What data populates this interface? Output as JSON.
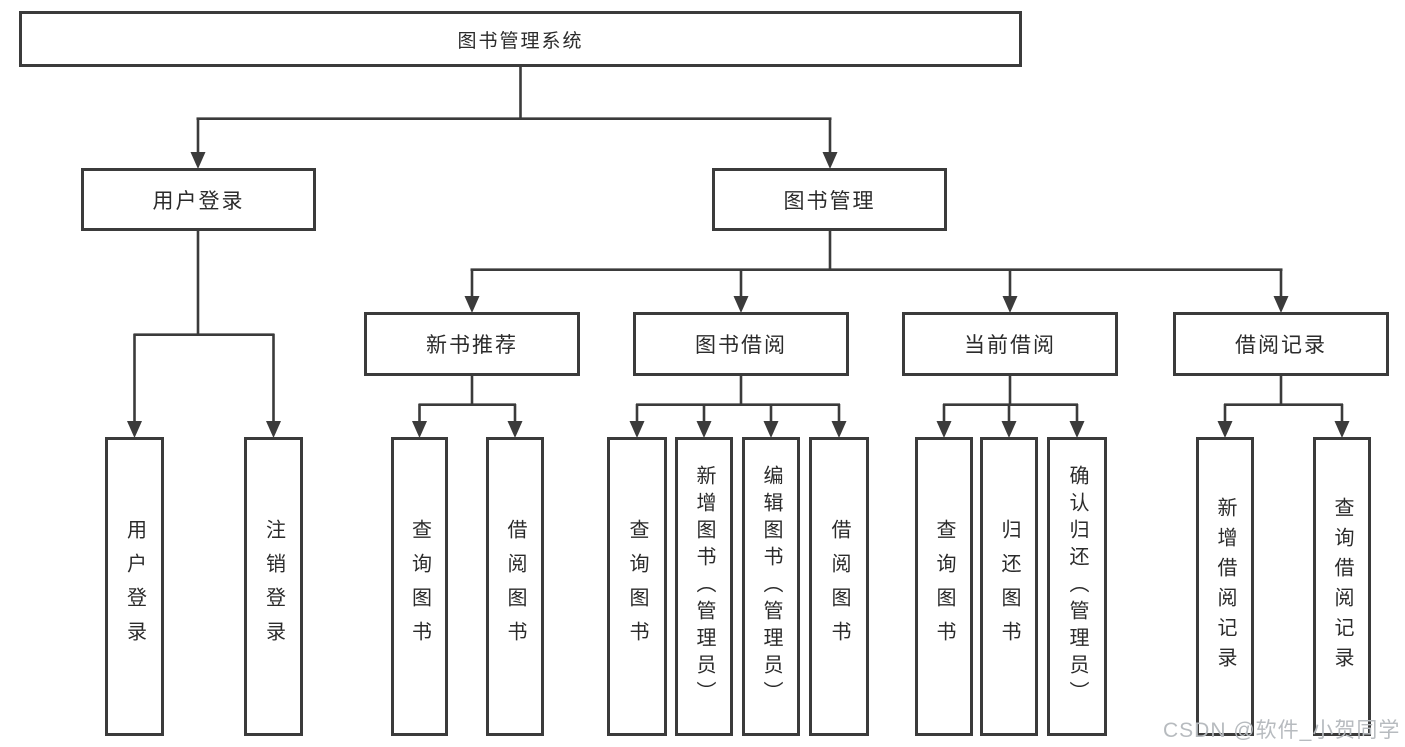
{
  "diagram": {
    "title": "图书管理系统",
    "root": {
      "label": "图书管理系统"
    },
    "branches": [
      {
        "label": "用户登录",
        "children": [
          {
            "label": "用户登录"
          },
          {
            "label": "注销登录"
          }
        ]
      },
      {
        "label": "图书管理",
        "children": [
          {
            "label": "新书推荐",
            "children": [
              {
                "label": "查询图书"
              },
              {
                "label": "借阅图书"
              }
            ]
          },
          {
            "label": "图书借阅",
            "children": [
              {
                "label": "查询图书"
              },
              {
                "label": "新增图书（管理员）"
              },
              {
                "label": "编辑图书（管理员）"
              },
              {
                "label": "借阅图书"
              }
            ]
          },
          {
            "label": "当前借阅",
            "children": [
              {
                "label": "查询图书"
              },
              {
                "label": "归还图书"
              },
              {
                "label": "确认归还（管理员）"
              }
            ]
          },
          {
            "label": "借阅记录",
            "children": [
              {
                "label": "新增借阅记录"
              },
              {
                "label": "查询借阅记录"
              }
            ]
          }
        ]
      }
    ],
    "watermark": "CSDN @软件_小贺同学",
    "colors": {
      "line": "#3b3b3b",
      "text": "#2b2b2b",
      "watermark": "#b7bbbf",
      "background": "#ffffff"
    }
  }
}
